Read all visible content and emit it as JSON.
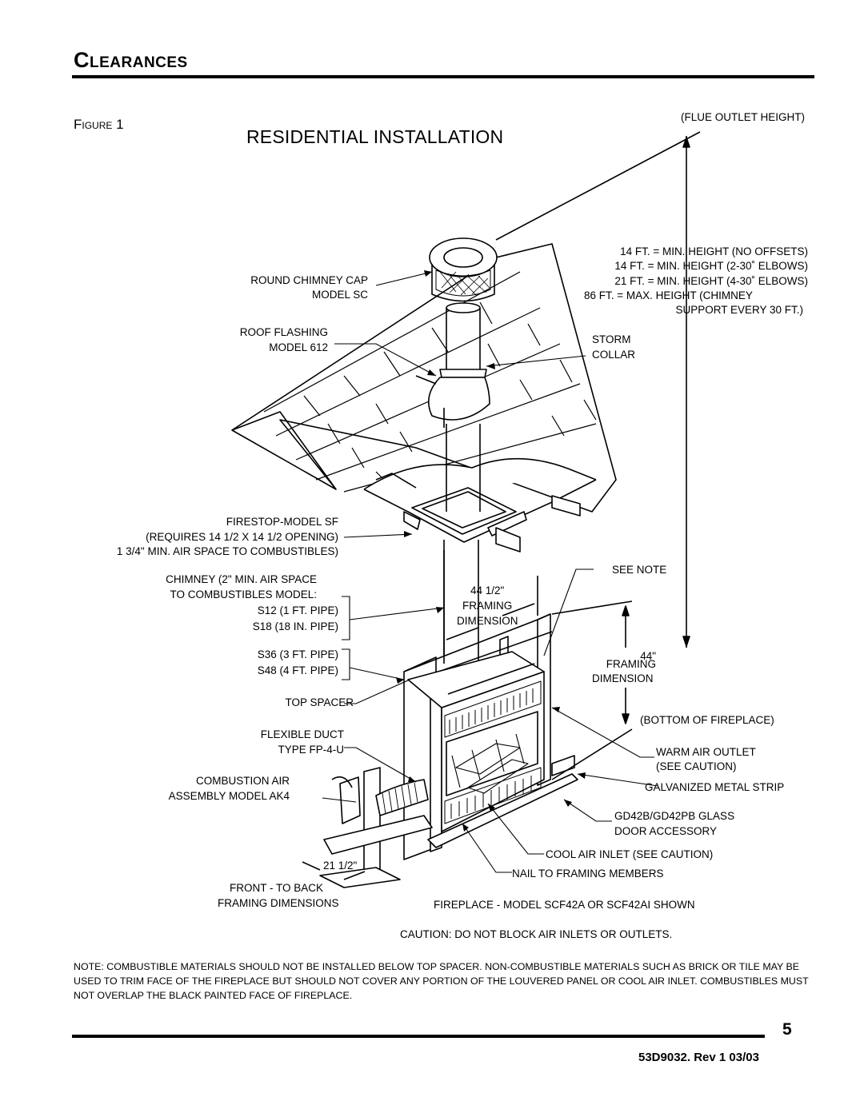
{
  "header": {
    "section_title": "Clearances",
    "figure_label": "Figure 1",
    "diagram_title": "RESIDENTIAL INSTALLATION"
  },
  "labels": {
    "flue_outlet_height": "(FLUE OUTLET HEIGHT)",
    "height_specs": [
      "14 FT. = MIN. HEIGHT (NO OFFSETS)",
      "14 FT. = MIN. HEIGHT (2-30˚ ELBOWS)",
      "21 FT. = MIN. HEIGHT (4-30˚ ELBOWS)",
      "86 FT. = MAX. HEIGHT (CHIMNEY",
      "SUPPORT EVERY 30 FT.)"
    ],
    "chimney_cap": [
      "ROUND CHIMNEY CAP",
      "MODEL SC"
    ],
    "roof_flashing": [
      "ROOF FLASHING",
      "MODEL 612"
    ],
    "storm_collar": [
      "STORM",
      "COLLAR"
    ],
    "firestop": [
      "FIRESTOP-MODEL SF",
      "(REQUIRES 14 1/2 X 14 1/2 OPENING)",
      "1 3/4\" MIN. AIR SPACE TO COMBUSTIBLES)"
    ],
    "chimney": [
      "CHIMNEY (2\" MIN. AIR SPACE",
      "TO COMBUSTIBLES MODEL:"
    ],
    "chimney_models": [
      "S12 (1 FT. PIPE)",
      "S18 (18 IN. PIPE)",
      "S36 (3 FT. PIPE)",
      "S48 (4 FT. PIPE)"
    ],
    "framing_width": [
      "44 1/2\"",
      "FRAMING",
      "DIMENSION"
    ],
    "see_note": "SEE NOTE",
    "framing_height": [
      "44\"",
      "FRAMING",
      "DIMENSION"
    ],
    "top_spacer": "TOP SPACER",
    "flexible_duct": [
      "FLEXIBLE DUCT",
      "TYPE FP-4-U"
    ],
    "bottom_of_fireplace": "(BOTTOM OF FIREPLACE)",
    "warm_air_outlet": [
      "WARM AIR OUTLET",
      "(SEE CAUTION)"
    ],
    "galvanized_strip": "GALVANIZED METAL STRIP",
    "combustion_air": [
      "COMBUSTION AIR",
      "ASSEMBLY MODEL AK4"
    ],
    "glass_door": [
      "GD42B/GD42PB GLASS",
      "DOOR ACCESSORY"
    ],
    "cool_air_inlet": "COOL AIR INLET (SEE CAUTION)",
    "depth_dim": "21 1/2\"",
    "nail_framing": "NAIL TO FRAMING MEMBERS",
    "front_to_back": [
      "FRONT - TO BACK",
      "FRAMING DIMENSIONS"
    ],
    "fireplace_model": "FIREPLACE - MODEL SCF42A OR SCF42AI SHOWN",
    "caution": "CAUTION: DO NOT BLOCK AIR INLETS OR OUTLETS."
  },
  "note": "NOTE: COMBUSTIBLE MATERIALS SHOULD NOT BE INSTALLED BELOW TOP SPACER.  NON-COMBUSTIBLE MATERIALS SUCH AS BRICK OR TILE MAY BE USED TO TRIM FACE OF THE FIREPLACE BUT SHOULD NOT COVER ANY PORTION OF THE LOUVERED PANEL OR COOL AIR INLET.  COMBUSTIBLES MUST NOT OVERLAP THE BLACK PAINTED FACE OF FIREPLACE.",
  "footer": {
    "page_number": "5",
    "doc_code": "53D9032. Rev 1 03/03"
  }
}
